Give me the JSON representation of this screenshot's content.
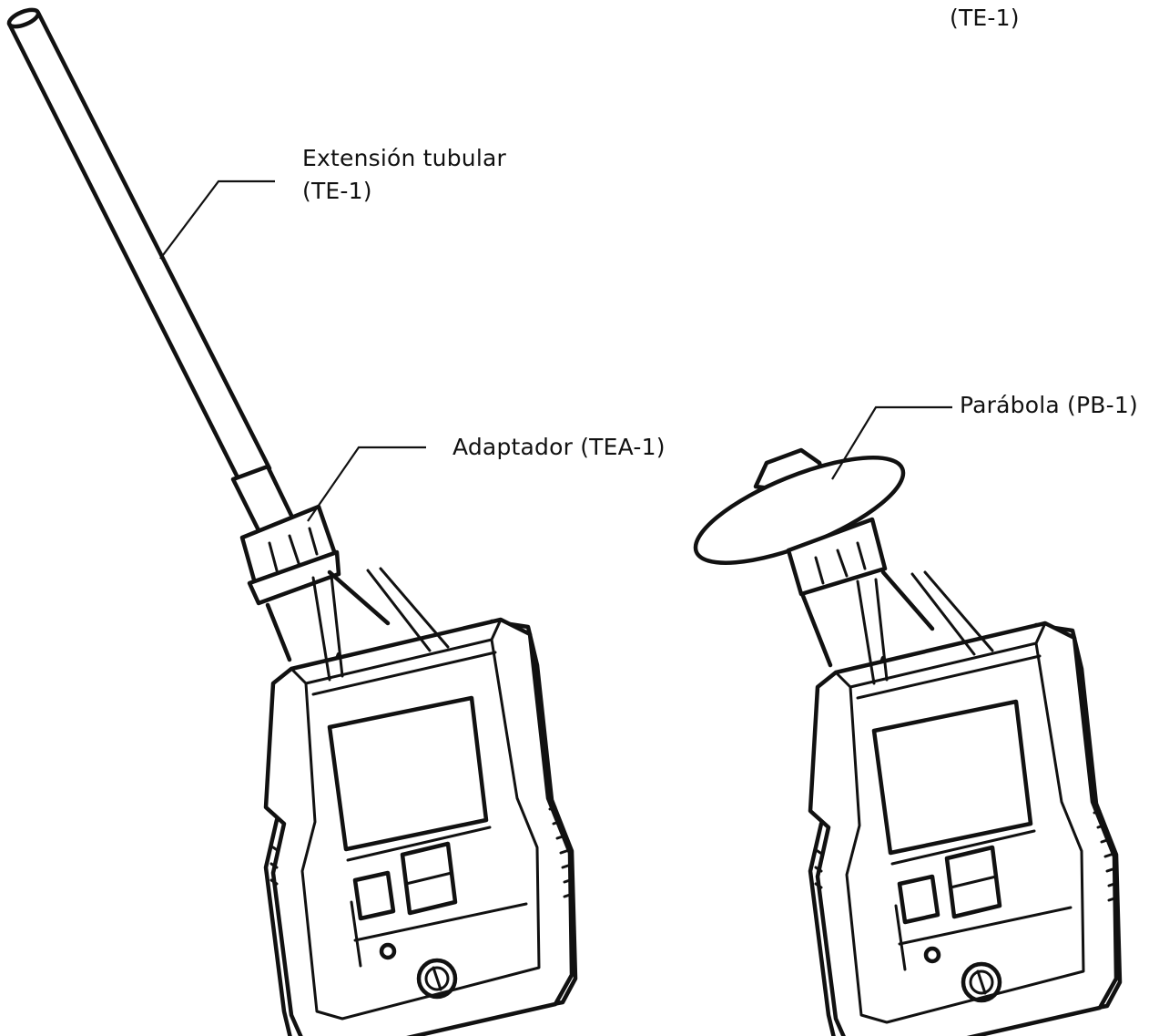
{
  "labels": {
    "top_corner_code": "(TE-1)",
    "tube_extension_name": "Extensión tubular",
    "tube_extension_code": "(TE-1)",
    "adapter": "Adaptador (TEA-1)",
    "parabola": "Parábola (PB-1)"
  },
  "colors": {
    "line": "#111111",
    "background": "#ffffff"
  }
}
